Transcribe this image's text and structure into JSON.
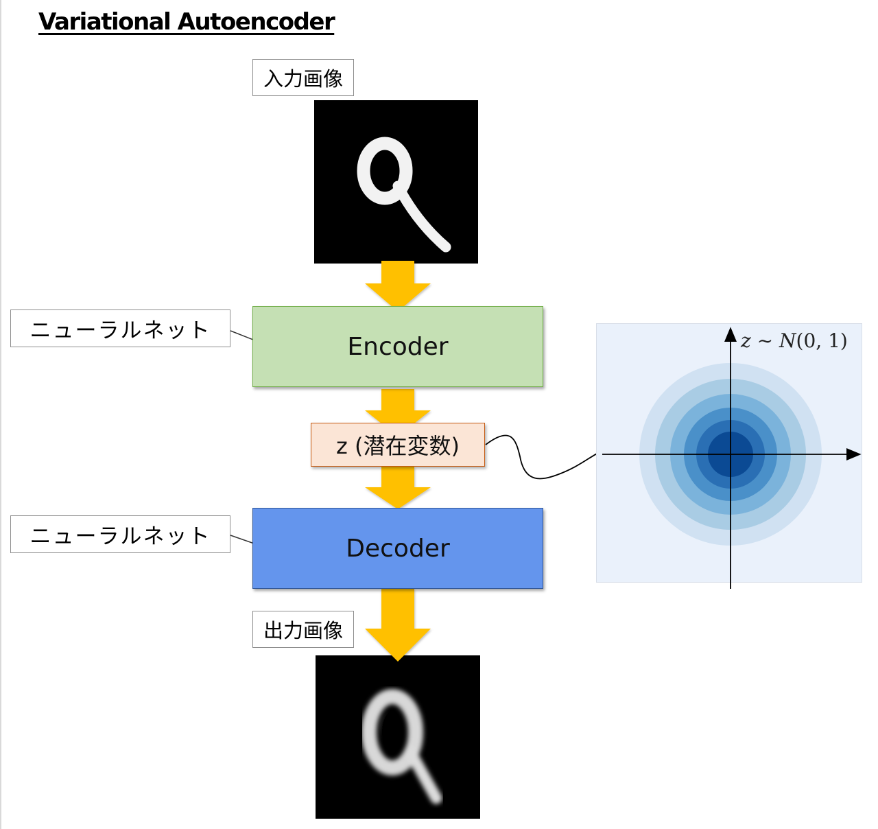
{
  "title": "Variational Autoencoder",
  "labels": {
    "input_image": "入力画像",
    "output_image": "出力画像",
    "encoder_net": "ニューラルネット",
    "decoder_net": "ニューラルネット"
  },
  "blocks": {
    "encoder": "Encoder",
    "latent": "z (潜在変数)",
    "decoder": "Decoder"
  },
  "distribution": {
    "var": "z",
    "tilde": "∼",
    "dist": "N",
    "params": "(0, 1)"
  },
  "colors": {
    "encoder_fill": "#c5e0b4",
    "decoder_fill": "#6495ed",
    "latent_fill": "#fbe5d6",
    "arrow": "#ffc000",
    "plot_bg": "#eaf1fb"
  },
  "icons": [
    "down-arrow-icon",
    "mnist-digit-9-image",
    "gaussian-contour-plot"
  ]
}
